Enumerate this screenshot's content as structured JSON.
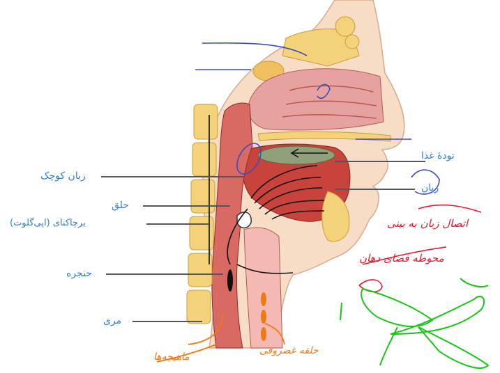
{
  "labels": {
    "soft_palate": "زبان کوچک",
    "food_bolus": "تودهٔ غذا",
    "tongue": "زبان",
    "pharynx": "حلق",
    "epiglottis": "برچاکنای (اپی‌گلوت)",
    "larynx": "حنجره",
    "esophagus": "مری"
  },
  "annotations": {
    "mouth_link": "اتصال زبان به بینی",
    "oral_cavity": "محوطه فضای دهان",
    "rings": "حلقه غضروفی",
    "muscles": "ماهیچه‌ها"
  },
  "colors": {
    "label_blue": "#2f7fd0",
    "ink_blue": "#3a4bc2",
    "ink_red": "#e8182a",
    "ink_orange": "#f07a12",
    "ink_green": "#18c418",
    "tissue_pink": "#e7a2a0",
    "tissue_red": "#c8433c",
    "bone": "#f3d27a"
  }
}
